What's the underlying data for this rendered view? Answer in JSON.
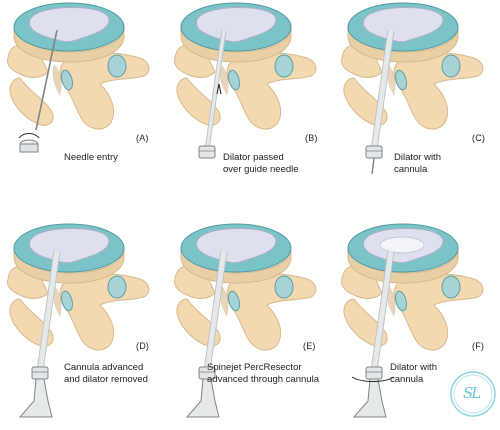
{
  "panels": [
    {
      "letter": "(A)",
      "caption": "Needle entry"
    },
    {
      "letter": "(B)",
      "caption": "Dilator passed\nover guide needle"
    },
    {
      "letter": "(C)",
      "caption": "Dilator with\ncannula"
    },
    {
      "letter": "(D)",
      "caption": "Cannula advanced\nand dilator removed"
    },
    {
      "letter": "(E)",
      "caption": "Spinejet PercResector\nadvanced through cannula"
    },
    {
      "letter": "(F)",
      "caption": "Dilator with\ncannula"
    }
  ],
  "logo": {
    "text": "SL"
  },
  "colors": {
    "disc_rim": "#7cc3c7",
    "disc_core": "#dfe0ee",
    "bone": "#f3d9b1",
    "bone_shadow": "#d9b88d",
    "instrument": "#bfc4c7"
  }
}
